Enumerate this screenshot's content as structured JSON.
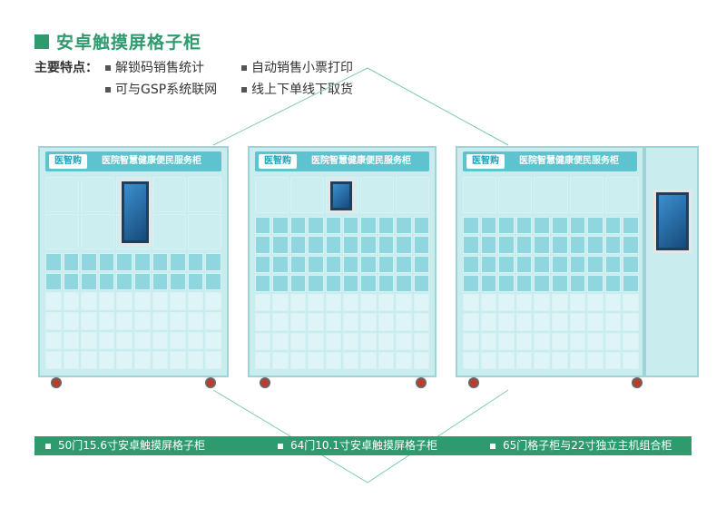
{
  "title": "安卓触摸屏格子柜",
  "features": {
    "label": "主要特点：",
    "items": [
      "解锁码销售统计",
      "自动销售小票打印",
      "可与GSP系统联网",
      "线上下单线下取货"
    ]
  },
  "cabinet_logo": "医智购",
  "cabinet_name": "医院智慧健康便民服务柜",
  "captions": [
    "50门15.6寸安卓触摸屏格子柜",
    "64门10.1寸安卓触摸屏格子柜",
    "65门格子柜与22寸独立主机组合柜"
  ],
  "colors": {
    "accent": "#2f9a6e",
    "cabinet": "#c9ecef",
    "header": "#5cc3cf"
  }
}
